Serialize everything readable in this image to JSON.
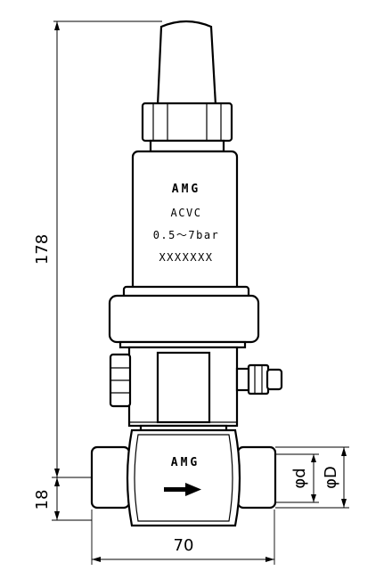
{
  "label": {
    "brand": "AMG",
    "model": "ACVC",
    "range": "0.5～7bar",
    "serial": "XXXXXXX"
  },
  "body_brand": "AMG",
  "dimensions": {
    "total_height": "178",
    "base_height": "18",
    "width": "70",
    "inner_diameter": "φd",
    "outer_diameter": "φD"
  },
  "colors": {
    "line": "#000000",
    "background": "#ffffff"
  }
}
